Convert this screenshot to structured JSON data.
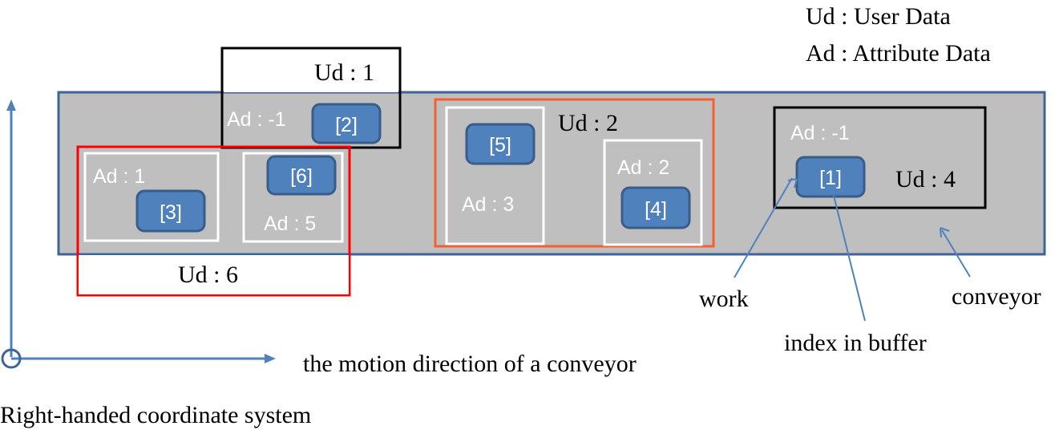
{
  "legend": {
    "ud": "Ud : User Data",
    "ad": "Ad : Attribute Data"
  },
  "colors": {
    "conveyor_fill": "#bfbfbf",
    "conveyor_border": "#3f6598",
    "work_fill": "#4f81bd",
    "work_border": "#385d8a",
    "axis": "#4f81bd",
    "ud1_border": "#000000",
    "ud6_border": "#ff0000",
    "ud2_border": "#f06030",
    "ud4_border": "#000000",
    "ad_border": "#ffffff"
  },
  "groups": {
    "ud1": "Ud : 1",
    "ud6": "Ud : 6",
    "ud2": "Ud : 2",
    "ud4": "Ud : 4"
  },
  "attributes": {
    "ad_neg1_top": "Ad : -1",
    "ad_1": "Ad : 1",
    "ad_5": "Ad : 5",
    "ad_3": "Ad : 3",
    "ad_2": "Ad : 2",
    "ad_neg1_right": "Ad : -1"
  },
  "works": {
    "w1": "[1]",
    "w2": "[2]",
    "w3": "[3]",
    "w4": "[4]",
    "w5": "[5]",
    "w6": "[6]"
  },
  "callouts": {
    "work": "work",
    "index": "index in buffer",
    "conveyor": "conveyor"
  },
  "axis": {
    "direction": "the motion direction of a conveyor",
    "system": "Right-handed coordinate system"
  }
}
